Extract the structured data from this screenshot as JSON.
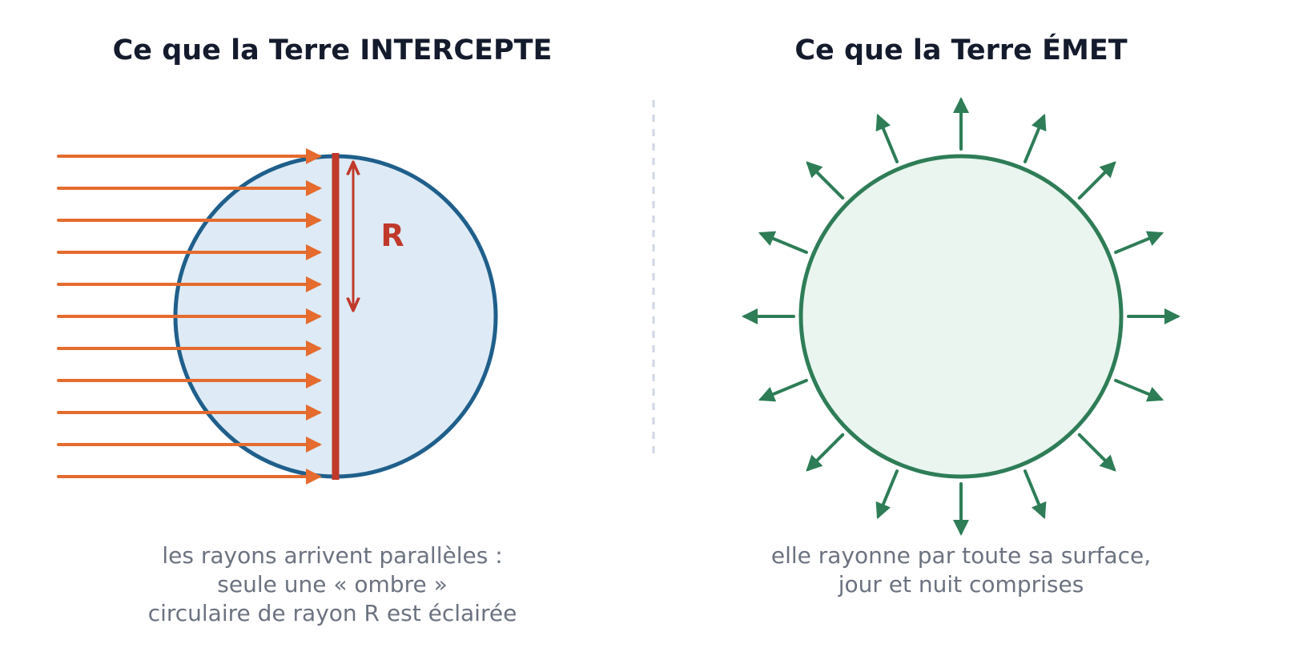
{
  "left_panel": {
    "title": "Ce que la Terre INTERCEPTE",
    "radius_label": "R",
    "caption_lines": [
      "les rayons arrivent parallèles :",
      "seule une « ombre »",
      "circulaire de rayon R est éclairée"
    ],
    "ray_count": 11,
    "colors": {
      "rays": "#e56b2e",
      "sphere_fill": "#deeaf5",
      "sphere_stroke": "#1f5f8b",
      "disk_line": "#c0392b",
      "radius_arrow": "#c0392b"
    }
  },
  "right_panel": {
    "title": "Ce que la Terre ÉMET",
    "caption_lines": [
      "elle rayonne par toute sa surface,",
      "jour et nuit comprises"
    ],
    "emission_arrow_count": 16,
    "colors": {
      "sphere_fill": "#e9f5ee",
      "sphere_stroke": "#2e7d57",
      "arrows": "#2e7d57"
    }
  },
  "divider": {
    "color": "#cfd6e4",
    "style": "dashed"
  }
}
